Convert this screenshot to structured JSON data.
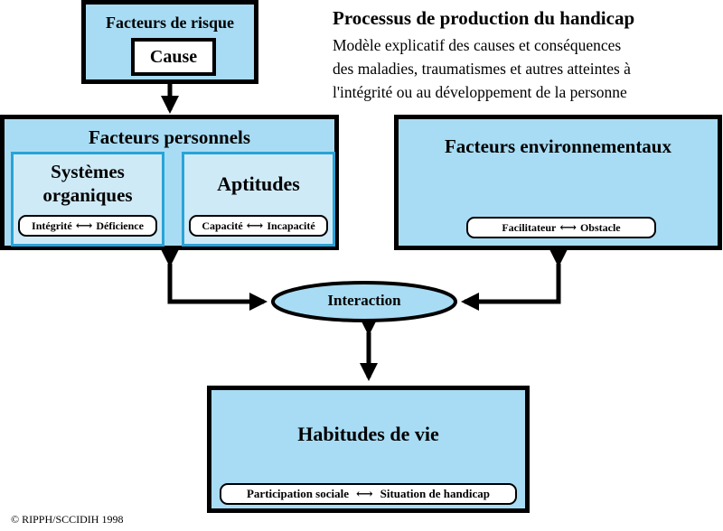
{
  "header": {
    "title": "Processus de production du handicap",
    "subtitle_lines": [
      "Modèle explicatif des causes et conséquences",
      "des maladies, traumatismes et autres atteintes à",
      "l'intégrité ou au développement de la personne"
    ]
  },
  "risk": {
    "title": "Facteurs de risque",
    "cause": "Cause"
  },
  "personal": {
    "title": "Facteurs personnels",
    "systems": {
      "title_line1": "Systèmes",
      "title_line2": "organiques",
      "left": "Intégrité",
      "right": "Déficience"
    },
    "aptitudes": {
      "title": "Aptitudes",
      "left": "Capacité",
      "right": "Incapacité"
    }
  },
  "environment": {
    "title": "Facteurs environnementaux",
    "left": "Facilitateur",
    "right": "Obstacle"
  },
  "interaction": {
    "label": "Interaction"
  },
  "life": {
    "title": "Habitudes de vie",
    "left": "Participation sociale",
    "right": "Situation de handicap"
  },
  "footer": {
    "copyright": "© RIPPH/SCCIDIH 1998"
  },
  "colors": {
    "box_fill": "#a8dcf4",
    "inner_fill": "#cfeaf7",
    "inner_border": "#2aa3d6",
    "line": "#000000"
  }
}
